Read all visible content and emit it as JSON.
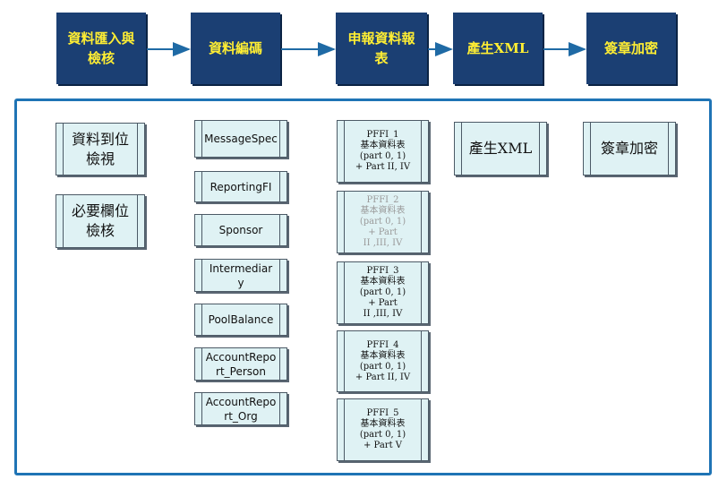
{
  "flow_steps": [
    {
      "label": "資料匯入與\n檢核"
    },
    {
      "label": "資料編碼"
    },
    {
      "label": "申報資料報\n表"
    },
    {
      "label": "產生XML"
    },
    {
      "label": "簽章加密"
    }
  ],
  "validation": [
    {
      "label": "資料到位\n檢視"
    },
    {
      "label": "必要欄位\n檢核"
    }
  ],
  "encoding": [
    {
      "label": "MessageSpec"
    },
    {
      "label": "ReportingFI"
    },
    {
      "label": "Sponsor"
    },
    {
      "label": "Intermediar\ny"
    },
    {
      "label": "PoolBalance"
    },
    {
      "label": "AccountRepo\nrt_Person"
    },
    {
      "label": "AccountRepo\nrt_Org"
    }
  ],
  "reports": [
    {
      "label": "PFFI_1\n基本資料表\n(part 0, 1)\n+ Part II, IV"
    },
    {
      "label": "PFFI_2\n基本資料表\n(part 0, 1)\n+ Part\nII ,III, IV"
    },
    {
      "label": "PFFI_3\n基本資料表\n(part 0, 1)\n+ Part\nII ,III, IV"
    },
    {
      "label": "PFFI_4\n基本資料表\n(part 0, 1)\n+ Part II, IV"
    },
    {
      "label": "PFFI_5\n基本資料表\n(part 0, 1)\n+ Part V"
    }
  ],
  "xml_output": {
    "label": "產生XML"
  },
  "sign_encrypt": {
    "label": "簽章加密"
  }
}
